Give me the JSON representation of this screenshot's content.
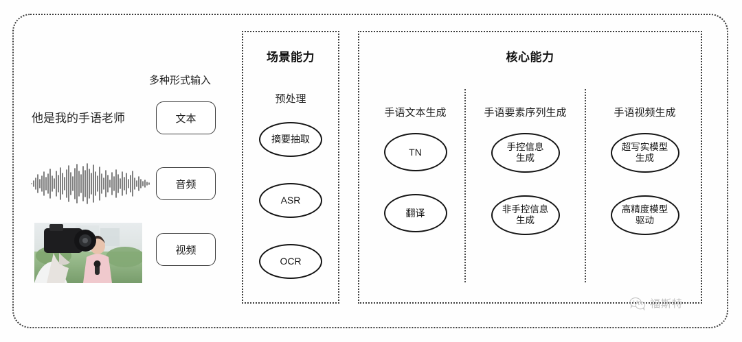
{
  "diagram": {
    "input_section": {
      "caption": "多种形式输入",
      "sample_text": "他是我的手语老师",
      "modalities": [
        {
          "label": "文本",
          "media": "sample-text"
        },
        {
          "label": "音频",
          "media": "waveform"
        },
        {
          "label": "视频",
          "media": "video-thumbnail"
        }
      ]
    },
    "scene_panel": {
      "title": "场景能力",
      "subtitle": "预处理",
      "nodes": [
        "摘要抽取",
        "ASR",
        "OCR"
      ]
    },
    "core_panel": {
      "title": "核心能力",
      "columns": [
        {
          "header": "手语文本生成",
          "nodes": [
            "TN",
            "翻译"
          ]
        },
        {
          "header": "手语要素序列生成",
          "nodes": [
            "手控信息\n生成",
            "非手控信息\n生成"
          ]
        },
        {
          "header": "手语视频生成",
          "nodes": [
            "超写实模型\n生成",
            "高精度模型\n驱动"
          ]
        }
      ]
    },
    "watermark": {
      "label": "福斯特",
      "icon": "wechat-icon"
    },
    "colors": {
      "stroke": "#141414",
      "dotted_border": "#3b3b3b",
      "background": "#fefefe",
      "watermark_text": "#8e8e8e"
    }
  }
}
